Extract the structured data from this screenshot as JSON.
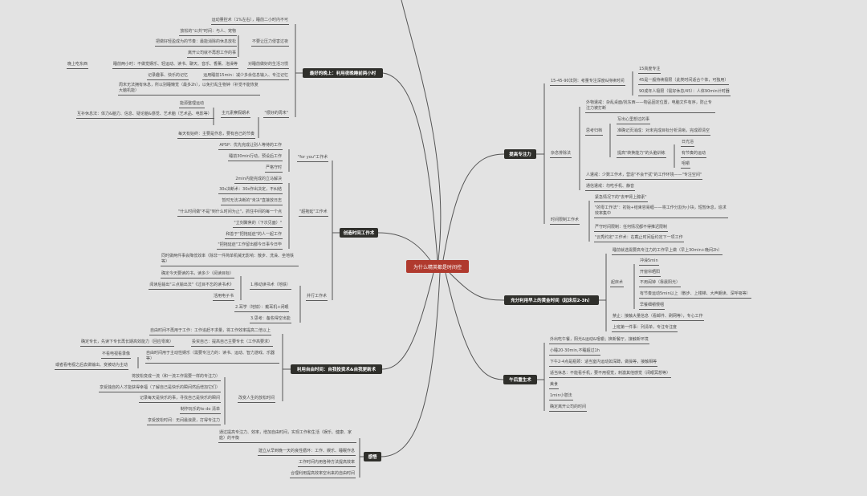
{
  "center": "为什么精英都是时间控",
  "colors": {
    "background": "#e3e3e3",
    "center": "#b03a2e",
    "main_node": "#2f2f2b"
  },
  "b1": {
    "title": "最好的晚上：利用夜晚睡前两小时",
    "items": [
      "运动量控术（1%左右），睡前二小时内不可",
      "不要让压力侵害过夜",
      "放松的\"公共\"时间：与人、宠物",
      "把做好轻盈成为的节奏：最能消除的休息放松",
      "离开公司就不再想工作的事",
      "对睡前做好的生活习惯",
      "睡前两小时：不做觉娱乐、轻运动、读书、聊天、音乐、香薰、泡澡等",
      "晚上吃东西",
      "运用睡前15min：减少多余信息输入、专注记忆",
      "记录趣事、快乐的记忆",
      "\"很好的周末\"",
      "周末无法拥有休息，所以别睡懒觉（最多2h），以免打乱生物钟（补觉不能恢复大脑机能）",
      "主元素察假期术",
      "能源整理运动",
      "互补休息法：体力&脑力、信息、疑论脑&感觉、艺术脑（艺术品、电影等）",
      "每天有始终：主要是作息，要有自己的节奏"
    ]
  },
  "b2": {
    "title": "创造时间工作术",
    "items": [
      "\"for you\"工作术",
      "APSP：优先完成让别人等待的工作",
      "睡前30min行动，预设后工作",
      "严格守时",
      "\"超拖延\"工作术",
      "2min内能完成的立马解决",
      "30s决断术：30s作出决定，不纠结",
      "暂时无法决断的\"未决\"直接放日志",
      "\"什么时间做\"不是\"到什么时间为止\"，抓住中间的每一个点",
      "\"立刻聚焦的（下次见面）\"",
      "和善于\"把拖延症\"的人一起工作",
      "\"把拖延症\"工作留出都今日事今日毕",
      "并行工作术",
      "同时做两件事会降低效率（除非一件简单机械无影响：散步、洗澡、坐地铁等）",
      "1.移动读书术（地铁）",
      "确定今天要读的书，读多少（阅读目标）",
      "阅读后输出\"三点输出法\"《过目不忘的读书术》",
      "活用电子书",
      "2.耳学（地铁）：戴耳机+闭眼",
      "3.思考：备些得空出能"
    ]
  },
  "b3": {
    "title": "利用自由时间：自我投资术&自我更新术",
    "items": [
      "自由时间不再用于工作：工作追赶不求量，将工作效率提高二倍以上",
      "投资自己：提高自己主要专长（工作高要求）",
      "确定专长，先读下专长再长期高效能力（回应零离）",
      "自由时间用于主动性娱乐（需要专注力的：读书、运动、智力游戏、乐器等）",
      "不看电视看录像",
      "或者看电视之后去做输出、变被动为主动",
      "改变人生的放松时间",
      "将放松变成一流（和一流工作需要一样的专注力）",
      "享受独自的人才能获得幸福（了解自己是快乐的瞬间然后增加它们）",
      "记录每天是快乐的事，寻找自己是快乐的瞬间",
      "制作玩乐的to do 清单",
      "享受放松时间：无间最浪费，打得专注力"
    ]
  },
  "b4": {
    "title": "感悟",
    "items": [
      "通过提高专注力、效率，增加自由时间，实现工作和生活（娱乐、健康、家庭）的平衡",
      "建立从早到晚一天的良性循环：工作、娱乐、睡眠作息",
      "工作时间内用各种方法提高效率",
      "合理利用提高效率空出来的自由时间"
    ]
  },
  "r1": {
    "title": "提高专注力",
    "items": [
      "15-45-90法则：考量专注深度&持续时间",
      "15高度专注",
      "45是一般持续极限（此类时间适合个体，可独用）",
      "90成年人极限（需好休息/45）：人体90min计时器",
      "杂念排除法",
      "外物遣戒：杂乱桌面/找东西——物品固定位置，电脑文件有序，防止专注力被打断",
      "思考归档",
      "写出心里想过的事",
      "准确记页消成：对未完成目标分析清晰，完成即清空",
      "提高\"转换能力\"的头脑训练",
      "日光浴",
      "有节奏的运动",
      "咀嚼",
      "人遣戒：少数工作术，营造\"不会干扰\"的工作环境——\"专注空间\"",
      "通信遣戒：勿吃手机、静音",
      "时间限制工作术",
      "紧急情况下的\"去甲肾上腺素\"",
      "\"的零工作法\"：初始+结束容易缠——将工作分割为小块，短暂休息，追求效率集中",
      "严守时间限制：任何情况都不得推迟限制",
      "\"云秀约定\"工作术：在截止时间后约定下一项工作"
    ]
  },
  "r2": {
    "title": "充分利用早上的黄金时间（起床后2-3h）",
    "items": [
      "睡前就选需要高专注力的工作早上做（早上30min+晚间2h）",
      "起床术",
      "冲澡5min",
      "开窗帘晒阳",
      "不用闹钟（靠晨阳光）",
      "有节奏运动5min以上（散步、上楼梯、大声朗读、深呼吸等）",
      "早餐细嚼慢咽",
      "禁止：接触大量信息（看邮件、刷网等），专心工作",
      "上班第一件事：列清单，专注专注度"
    ]
  },
  "r3": {
    "title": "午后重生术",
    "items": [
      "外出吃午餐，阳光&运动&咀嚼；换新餐厅，接触新环境",
      "小睡20-30min,不睡超过1h",
      "下午2-4点是瓶颈：适当室内运动如深蹲，做操等，接触相等",
      "适当休息：不能看手机，要不用视觉，刺激其他感觉（闭眼冥想等）",
      "美食",
      "1min小憩法",
      "确定离开公司的时间"
    ]
  }
}
